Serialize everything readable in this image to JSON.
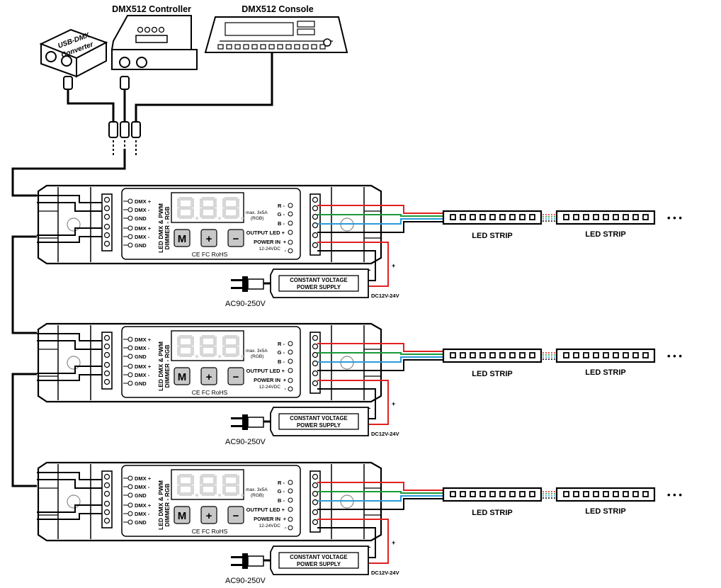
{
  "top": {
    "usb_dmx_label": [
      "USB-DMX",
      "Converter"
    ],
    "controller_title": "DMX512 Controller",
    "console_title": "DMX512 Console"
  },
  "unit": {
    "dmx_pins": [
      "DMX +",
      "DMX -",
      "GND",
      "DMX +",
      "DMX -",
      "GND"
    ],
    "brand_line1": "LED DMX & PWM",
    "brand_line2": "DIMMER - RGB",
    "buttons": [
      "M",
      "+",
      "−"
    ],
    "cert": "CE FC RoHS",
    "max_line1": "max. 3x5A",
    "max_line2": "(RGB)",
    "outputs": [
      "R -",
      "G -",
      "B -",
      "OUTPUT LED +"
    ],
    "power_in": "POWER IN",
    "power_volt": "12-24VDC",
    "plus": "+",
    "minus": "-",
    "psu_line1": "CONSTANT VOLTAGE",
    "psu_line2": "POWER SUPPLY",
    "dc_label": "DC12V-24V",
    "ac_label": "AC90-250V",
    "strip_label": "LED STRIP",
    "dots": "• • •"
  },
  "colors": {
    "red": "#e02020",
    "green": "#1a9a3a",
    "blue": "#2a9bd8",
    "black": "#000000",
    "display": "#d7d7d7"
  }
}
